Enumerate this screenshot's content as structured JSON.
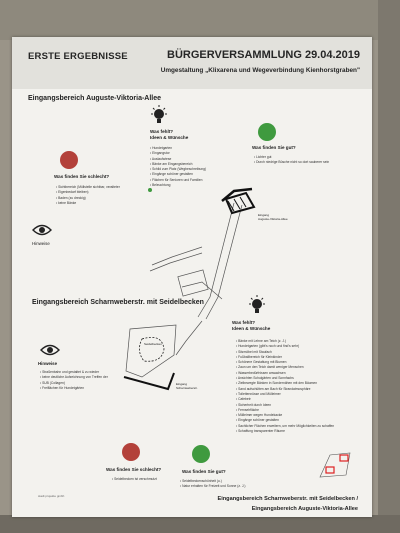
{
  "header": {
    "left_title": "ERSTE ERGEBNISSE",
    "right_title": "BÜRGERVERSAMMLUNG 29.04.2019",
    "subtitle": "Umgestaltung „Klixarena und Wegeverbindung Kienhorstgraben\""
  },
  "section1": {
    "title": "Eingangsbereich Auguste-Viktoria-Allee",
    "lack_label": "Was fehlt?\nIdeen & Wünsche",
    "lack_items": [
      "Hundetgarten",
      "Eingangstor",
      "Auslaufwiese",
      "Bänke am Eingangsbereich",
      "Schild zum Platz (Wegbeschreibung)",
      "Eingänge schöner gestalten",
      "Flächen für Senioren und Familien",
      "Beleuchtung"
    ],
    "bad_label": "Was finden Sie schlecht?",
    "bad_items": [
      "Sichtbereich (Müllstelle sichtbar, veralteter",
      "Eigenbedarf bleiben)",
      "Baden (zu dreckig)",
      "keine Bänke"
    ],
    "good_label": "Was finden Sie gut?",
    "good_items": [
      "Lichter gut",
      "Durch niedrige Büsche nicht so dort sauberer sein"
    ],
    "hints_label": "Hinweise",
    "map_label": "Eingang\nAuguste-Viktoria-Allee"
  },
  "section2": {
    "title": "Eingangsbereich Scharnweberstr. mit Seidelbecken",
    "lack_label": "Was fehlt?\nIdeen & Wünsche",
    "lack_items": [
      "Bänke mit Lehne am Teich (z. J.)",
      "Hundetgarten (gibt's noch und find's sehr)",
      "Sitzmöbel mit Staufach",
      "Fußballbereich für Kleinkinder",
      "Schönere Gestaltung mit Blumen",
      "Zaun um den Teich damit weniger Menschen",
      "Wasserbedürfnissen anwachsen",
      "Ansichten Schulgärten und Sonnfachs",
      "Zielbewegte Bänken in Sondernähen mit den Bäumen",
      "Sand aufschütten am Bach für Strandatmosphäre",
      "Toilettennüsse und Mülleimer",
      "Cafebetr",
      "Sicherheit durch Ideen",
      "Fernsehfläche",
      "Mülleimer wegen Hundekacke",
      "Eingänge schöner gestalten",
      "Sachlicher Flächen erweitern, um mehr Möglichkeiten zu schaffen",
      "Schaffung transparenter Räume"
    ],
    "bad_label": "Was finden Sie schlecht?",
    "bad_items": [
      "Seidelbecken ist verschmutzt"
    ],
    "good_label": "Was finden Sie gut?",
    "good_items": [
      "Seidelbeckenschönheit (u.)",
      "Natur erhalten für Freizeit und Sonne (z. J.)"
    ],
    "hints_label": "Hinweise",
    "hints_items": [
      "Straßenbahn und gestaltet & zu wieder",
      "keine deutliche Aufzeichnung von Treffen der",
      "SUB (Collagen)",
      "Freiflächen für Hundetgärten"
    ],
    "map_label_a": "Seidelbecken",
    "map_label_b": "Eingang\nScharnweberstr."
  },
  "footer": {
    "line1": "Eingangsbereich Scharnweberstr. mit Seidelbecken /",
    "line2": "Eingangsbereich Auguste-Viktoria-Allee",
    "logo": "stadt projekte gmbh"
  }
}
